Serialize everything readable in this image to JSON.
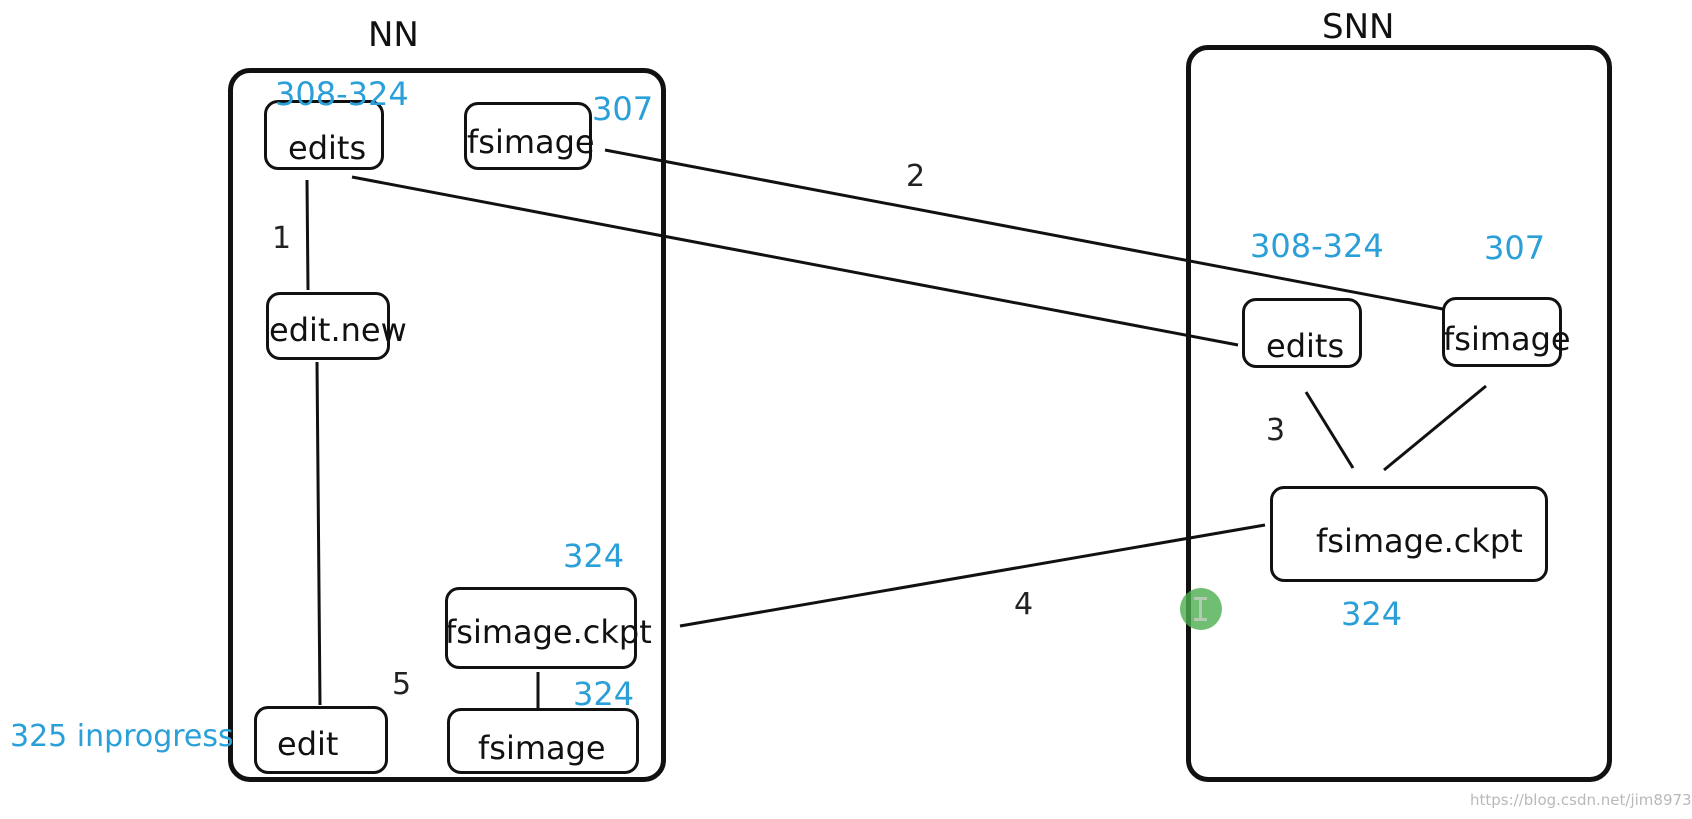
{
  "nn": {
    "title": "NN",
    "edits_label": "edits",
    "edits_range": "308-324",
    "fsimage_label": "fsimage",
    "fsimage_version": "307",
    "edit_new_label": "edit.new",
    "ckpt_label": "fsimage.ckpt",
    "ckpt_version": "324",
    "new_fsimage_label": "fsimage",
    "new_fsimage_version": "324",
    "edit_label": "edit",
    "edit_inprogress": "325 inprogress"
  },
  "snn": {
    "title": "SNN",
    "edits_label": "edits",
    "edits_range": "308-324",
    "fsimage_label": "fsimage",
    "fsimage_version": "307",
    "ckpt_label": "fsimage.ckpt",
    "ckpt_version": "324"
  },
  "steps": {
    "s1": "1",
    "s2": "2",
    "s3": "3",
    "s4": "4",
    "s5": "5"
  },
  "watermark": "https://blog.csdn.net/jim8973",
  "colors": {
    "annotation_blue": "#2a9fd8",
    "stroke": "#111111",
    "cursor_green": "#4caf50"
  }
}
